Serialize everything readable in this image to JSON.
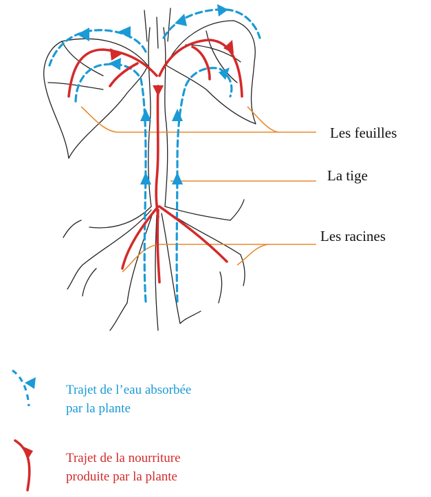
{
  "labels": {
    "leaves": "Les feuilles",
    "stem": "La tige",
    "roots": "Les racines"
  },
  "legend": {
    "water_line1": "Trajet de l’eau absorbée",
    "water_line2": "par la plante",
    "food_line1": "Trajet de la nourriture",
    "food_line2": "produite par la plante"
  },
  "colors": {
    "water": "#1a9ad6",
    "food": "#d42a2a",
    "leader": "#e8892c",
    "outline": "#222222"
  }
}
